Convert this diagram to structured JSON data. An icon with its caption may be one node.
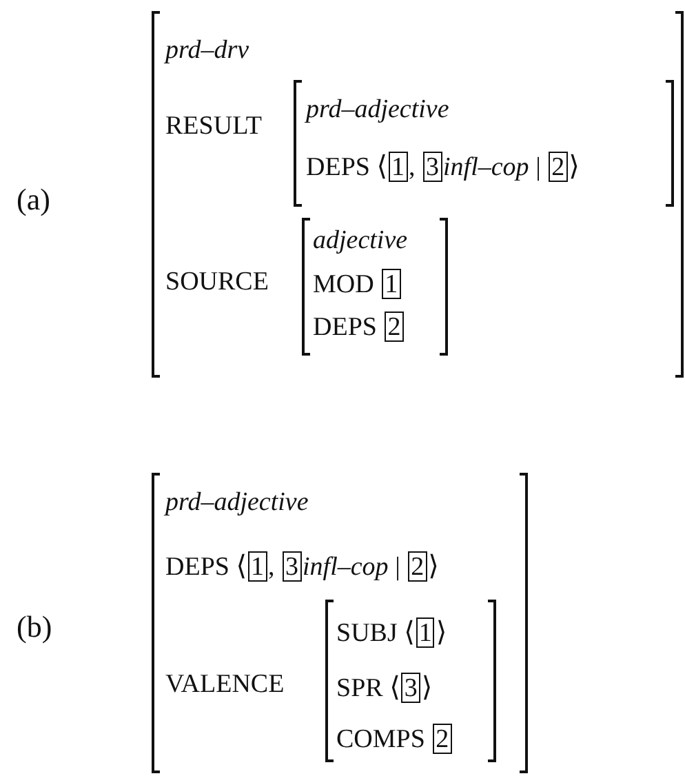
{
  "diagram": {
    "nodes": [
      {
        "text": [
          "prd–drv",
          "RESULT",
          "SOURCE"
        ]
      },
      {
        "text": [
          "prd–adjective",
          "DEPS ⟨1, *3infl–cop* | 2⟩"
        ],
        "in": 0
      },
      {
        "text": [
          "adjective",
          "MOD 1",
          "DEPS 2"
        ],
        "in": 0
      },
      {
        "text": [
          "prd–adjective",
          "DEPS ⟨1, *3infl–cop* | 2⟩",
          "VALENCE"
        ]
      },
      {
        "text": [
          "SUBJ ⟨1⟩",
          "SPR ⟨3⟩",
          "COMPS 2"
        ],
        "in": 3
      }
    ],
    "labels": [
      "(a)",
      "(b)"
    ]
  }
}
